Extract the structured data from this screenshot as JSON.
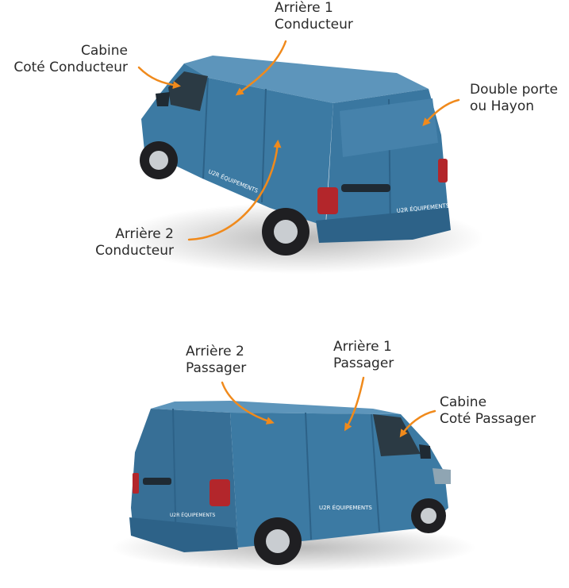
{
  "top_view": {
    "labels": {
      "cabin_driver": [
        "Cabine",
        "Coté Conducteur"
      ],
      "rear1_driver": [
        "Arrière 1",
        "Conducteur"
      ],
      "double_door": [
        "Double porte",
        "ou Hayon"
      ],
      "rear2_driver": [
        "Arrière 2",
        "Conducteur"
      ]
    },
    "logo_text": "U2R ÉQUIPEMENTS"
  },
  "bottom_view": {
    "labels": {
      "rear2_passenger": [
        "Arrière 2",
        "Passager"
      ],
      "rear1_passenger": [
        "Arrière 1",
        "Passager"
      ],
      "cabin_passenger": [
        "Cabine",
        "Coté Passager"
      ]
    },
    "logo_text": "U2R ÉQUIPEMENTS"
  },
  "colors": {
    "van_body": "#3c7aa3",
    "van_shadow": "#2d6288",
    "van_light": "#5d95bb",
    "arrow": "#f08a1c",
    "tail_light": "#b3262b",
    "tire": "#1f1f22",
    "rim": "#c9cdd1"
  }
}
